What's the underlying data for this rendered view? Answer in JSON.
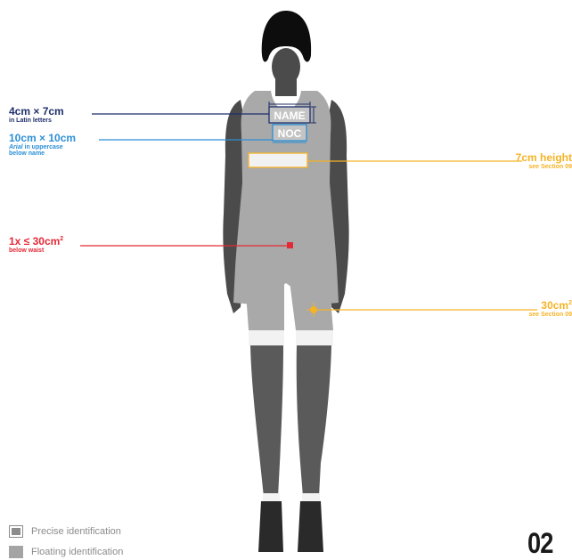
{
  "figure": {
    "name_label": "NAME",
    "noc_label": "NOC"
  },
  "annotations": {
    "name_size": {
      "title": "4cm × 7cm",
      "note": "in Latin letters"
    },
    "noc_size": {
      "title": "10cm × 10cm",
      "note_font": "Arial",
      "note_rest": "in uppercase",
      "note_line2": "below name"
    },
    "waist_logo": {
      "title_main": "1x ≤ 30cm",
      "title_sup": "2",
      "note": "below waist"
    },
    "band_height": {
      "title": "7cm height",
      "note": "see Section 09"
    },
    "leg_logo": {
      "title_main": "30cm",
      "title_sup": "2",
      "note": "see Section 09"
    }
  },
  "legend": {
    "items": [
      {
        "label": "Precise identification",
        "icon": "outlined-square-icon"
      },
      {
        "label": "Floating identification",
        "icon": "solid-square-icon"
      }
    ]
  },
  "page_number": "02",
  "colors": {
    "navy": "#1f2f6b",
    "blue": "#2b8fd6",
    "red": "#e42a36",
    "amber": "#f5b326",
    "body_dark": "#4a4a4a",
    "suit_light": "#a9a9a9"
  }
}
